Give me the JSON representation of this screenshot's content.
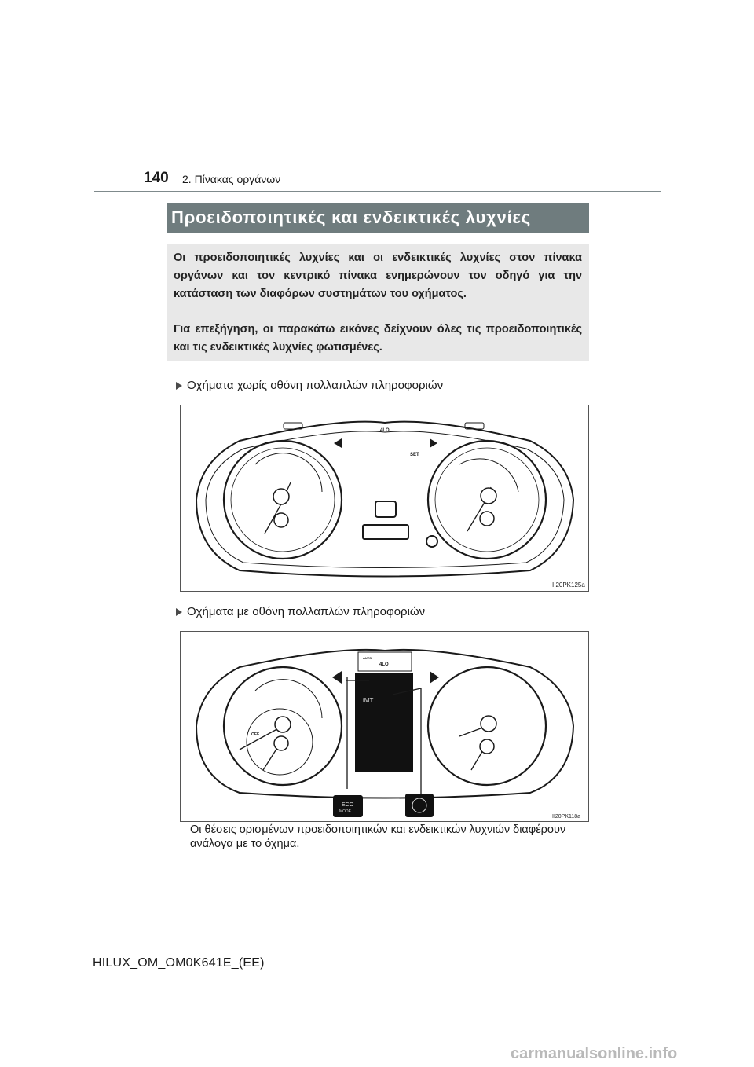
{
  "header": {
    "page_number": "140",
    "section_title": "2. Πίνακας οργάνων"
  },
  "heading": "Προειδοποιητικές και ενδεικτικές λυχνίες",
  "intro": {
    "paragraph_1": "Οι προειδοποιητικές λυχνίες και οι ενδεικτικές λυχνίες στον πίνακα οργάνων και τον κεντρικό πίνακα ενημερώνουν τον οδηγό για την κατάσταση των διαφόρων συστημάτων του οχήματος.",
    "paragraph_2": "Για επεξήγηση, οι παρακάτω εικόνες δείχνουν όλες τις προειδοποιητικές και τις ενδεικτικές λυχνίες φωτισμένες."
  },
  "figure_1": {
    "bullet": "Οχήματα χωρίς οθόνη πολλαπλών πληροφοριών",
    "figure_id": "II20PK125a",
    "panel_labels": {
      "four_lo": "4LO",
      "set": "SET"
    }
  },
  "figure_2": {
    "bullet": "Οχήματα με οθόνη πολλαπλών πληροφοριών",
    "figure_id": "II20PK118a",
    "panel_labels": {
      "four_lo": "4LO",
      "imt": "iMT",
      "eco_top": "ECO",
      "eco_bottom": "MODE",
      "auto": "AUTO",
      "off": "OFF"
    }
  },
  "caption": "Οι θέσεις ορισμένων προειδοποιητικών και ενδεικτικών λυχνιών διαφέρουν ανάλογα με το όχημα.",
  "footer": {
    "manual_code": "HILUX_OM_OM0K641E_(EE)"
  },
  "watermark": "carmanualsonline.info"
}
